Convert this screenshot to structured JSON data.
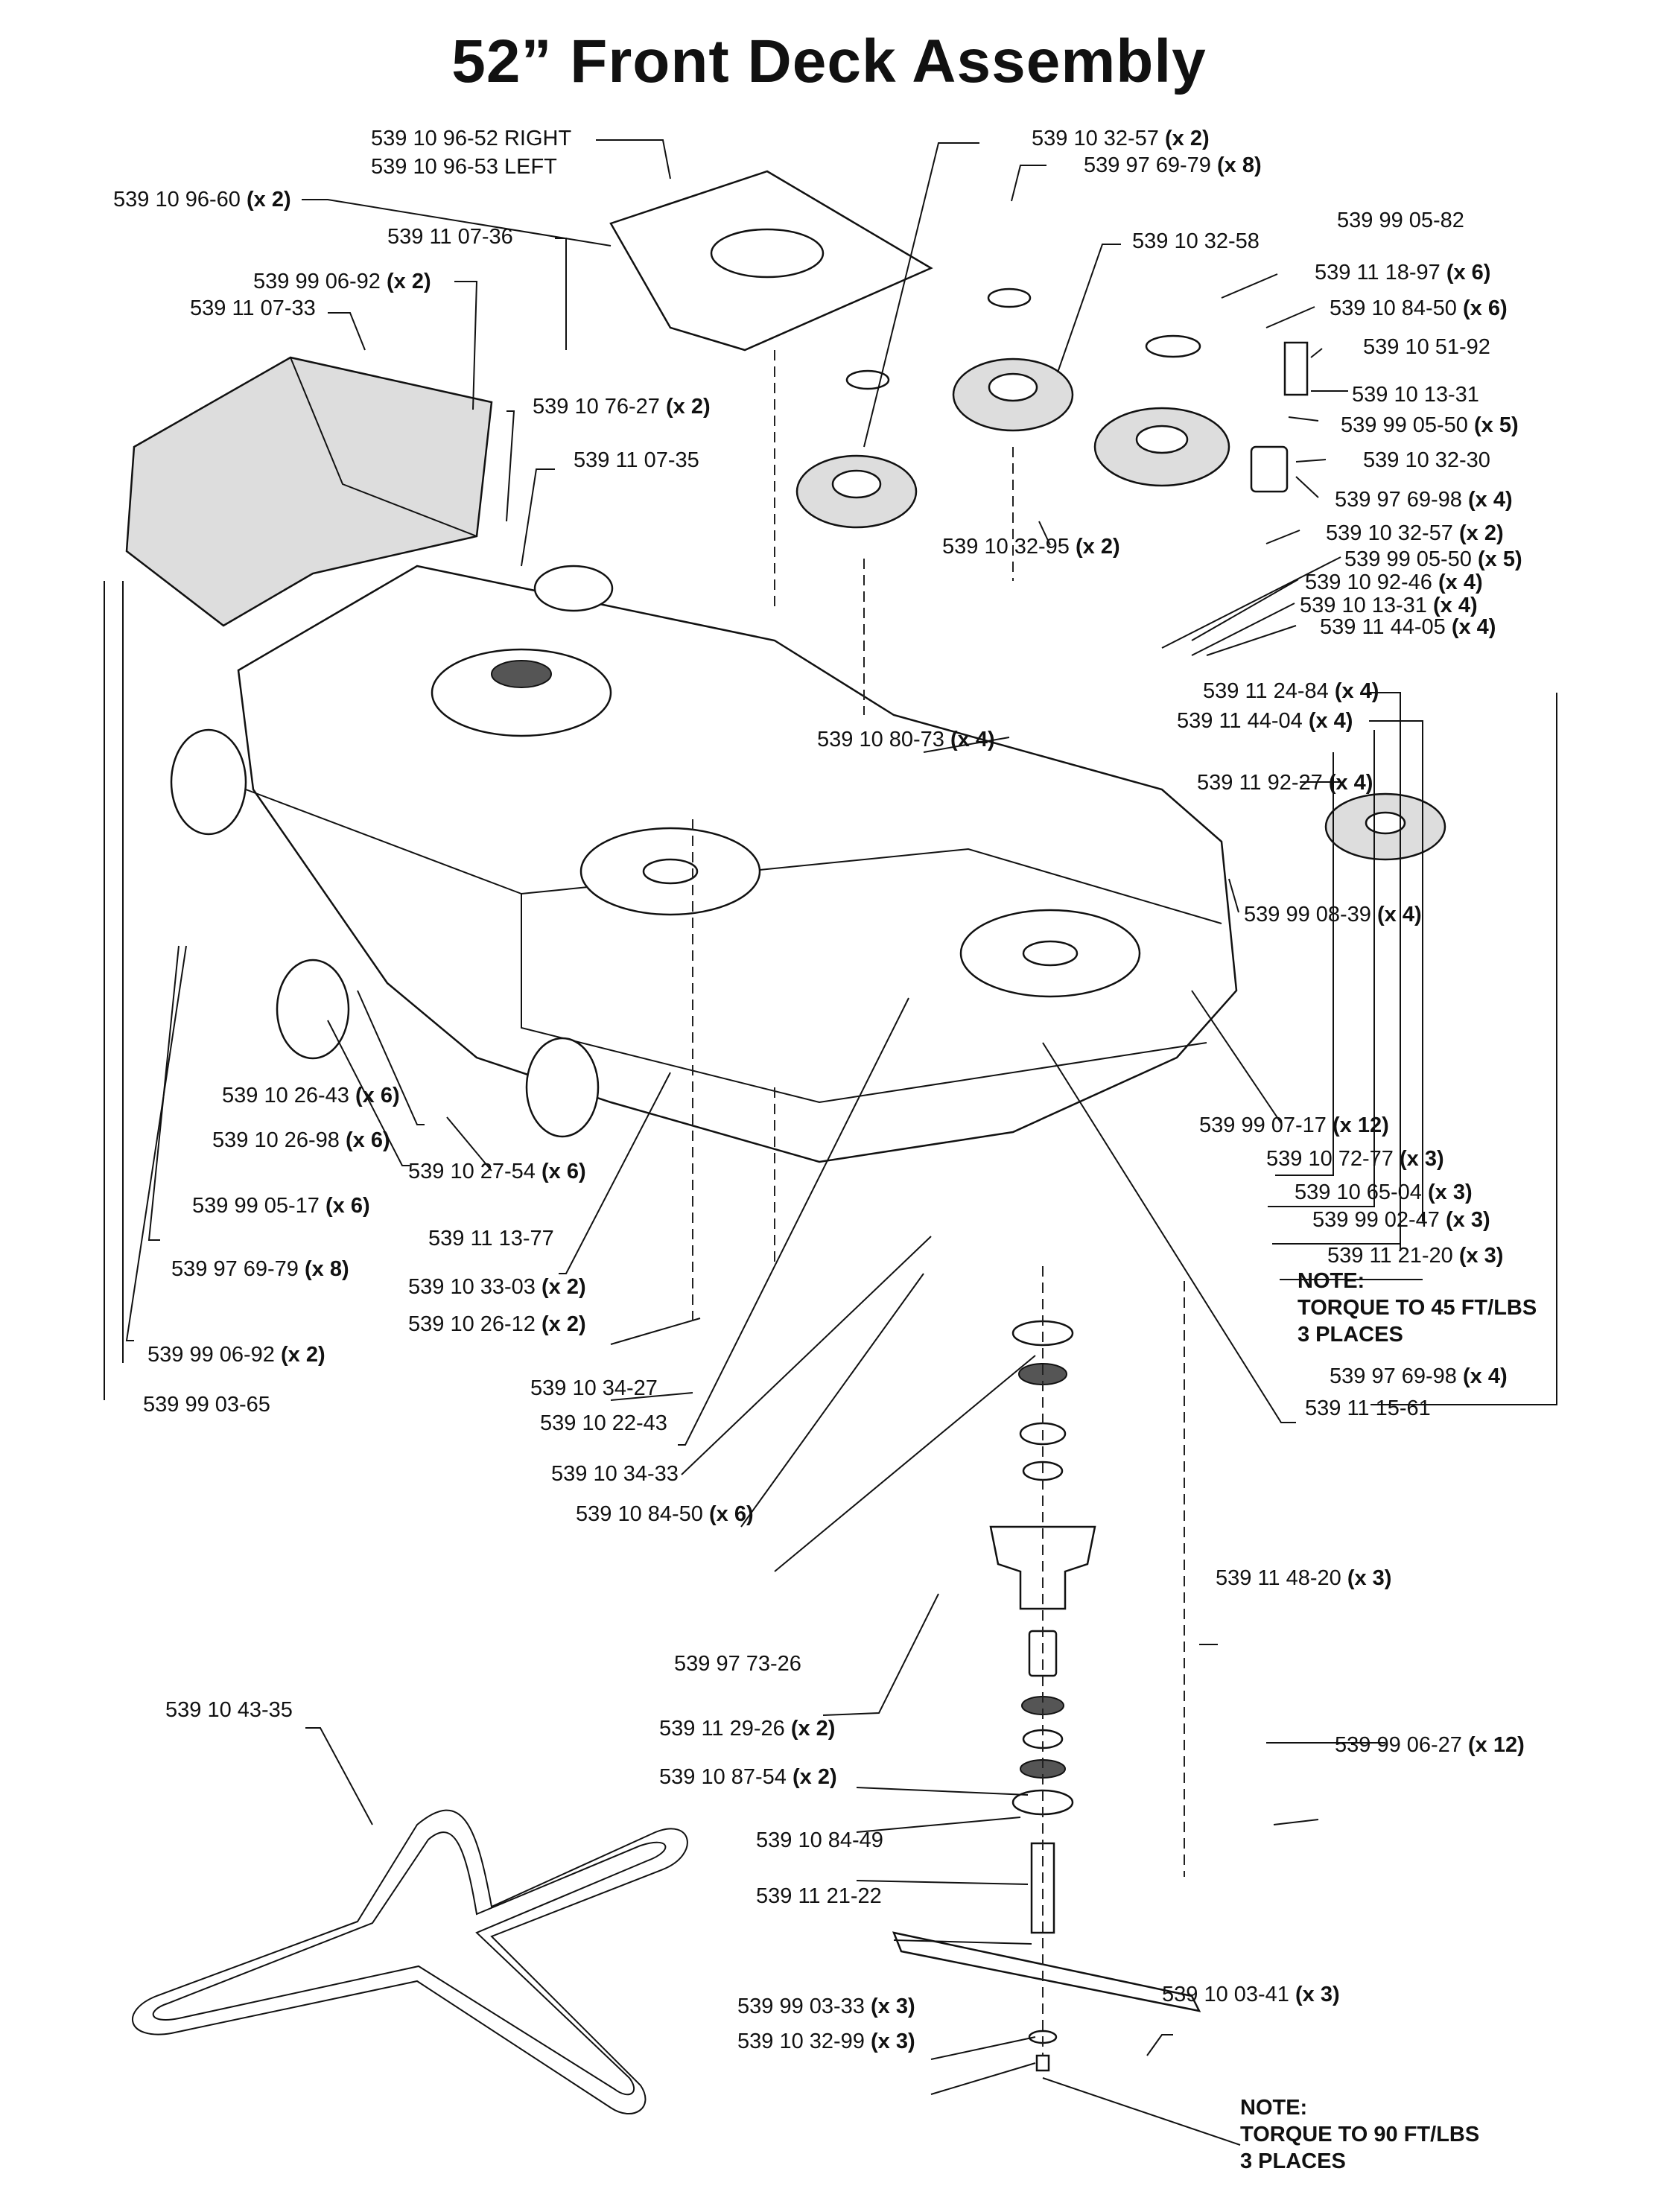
{
  "title": "52” Front Deck Assembly",
  "labels": [
    {
      "id": "l1",
      "num": "539 10 96-52 RIGHT",
      "qty": ""
    },
    {
      "id": "l2",
      "num": "539 10 96-53 LEFT",
      "qty": ""
    },
    {
      "id": "l3",
      "num": "539 10 96-60",
      "qty": "(x 2)"
    },
    {
      "id": "l4",
      "num": "539 11 07-36",
      "qty": ""
    },
    {
      "id": "l5",
      "num": "539 99 06-92",
      "qty": "(x 2)"
    },
    {
      "id": "l6",
      "num": "539 11 07-33",
      "qty": ""
    },
    {
      "id": "l7",
      "num": "539 10 76-27",
      "qty": "(x 2)"
    },
    {
      "id": "l8",
      "num": "539 11 07-35",
      "qty": ""
    },
    {
      "id": "l9",
      "num": "539 10 32-57",
      "qty": "(x 2)"
    },
    {
      "id": "l10",
      "num": "539 97 69-79",
      "qty": "(x 8)"
    },
    {
      "id": "l11",
      "num": "539 10 32-58",
      "qty": ""
    },
    {
      "id": "l12",
      "num": "539 99 05-82",
      "qty": ""
    },
    {
      "id": "l13",
      "num": "539 11 18-97",
      "qty": "(x 6)"
    },
    {
      "id": "l14",
      "num": "539 10 84-50",
      "qty": "(x 6)"
    },
    {
      "id": "l15",
      "num": "539 10 51-92",
      "qty": ""
    },
    {
      "id": "l16",
      "num": "539 10 13-31",
      "qty": ""
    },
    {
      "id": "l17",
      "num": "539 99 05-50",
      "qty": "(x 5)"
    },
    {
      "id": "l18",
      "num": "539 10 32-30",
      "qty": ""
    },
    {
      "id": "l19",
      "num": "539 97 69-98",
      "qty": "(x 4)"
    },
    {
      "id": "l20",
      "num": "539 10 32-95",
      "qty": "(x 2)"
    },
    {
      "id": "l21",
      "num": "539 10 32-57",
      "qty": "(x 2)"
    },
    {
      "id": "l22",
      "num": "539 99 05-50",
      "qty": "(x 5)"
    },
    {
      "id": "l23",
      "num": "539 10 92-46",
      "qty": "(x 4)"
    },
    {
      "id": "l24",
      "num": "539 10 13-31",
      "qty": "(x 4)"
    },
    {
      "id": "l25",
      "num": "539 11 44-05",
      "qty": "(x 4)"
    },
    {
      "id": "l26",
      "num": "539 11 24-84",
      "qty": "(x 4)"
    },
    {
      "id": "l27",
      "num": "539 11 44-04",
      "qty": "(x 4)"
    },
    {
      "id": "l28",
      "num": "539 10 80-73",
      "qty": "(x 4)"
    },
    {
      "id": "l29",
      "num": "539 11 92-27",
      "qty": "(x 4)"
    },
    {
      "id": "l30",
      "num": "539 99 08-39",
      "qty": "(x 4)"
    },
    {
      "id": "l31",
      "num": "539 10 26-43",
      "qty": "(x 6)"
    },
    {
      "id": "l32",
      "num": "539 10 26-98",
      "qty": "(x 6)"
    },
    {
      "id": "l33",
      "num": "539 10 27-54",
      "qty": "(x 6)"
    },
    {
      "id": "l34",
      "num": "539 99 05-17",
      "qty": "(x 6)"
    },
    {
      "id": "l35",
      "num": "539 11 13-77",
      "qty": ""
    },
    {
      "id": "l36",
      "num": "539 97 69-79",
      "qty": "(x 8)"
    },
    {
      "id": "l37",
      "num": "539 10 33-03",
      "qty": "(x 2)"
    },
    {
      "id": "l38",
      "num": "539 10 26-12",
      "qty": "(x 2)"
    },
    {
      "id": "l39",
      "num": "539 99 06-92",
      "qty": "(x 2)"
    },
    {
      "id": "l40",
      "num": "539 99 03-65",
      "qty": ""
    },
    {
      "id": "l41",
      "num": "539 99 07-17",
      "qty": "(x 12)"
    },
    {
      "id": "l42",
      "num": "539 10 72-77",
      "qty": "(x 3)"
    },
    {
      "id": "l43",
      "num": "539 10 65-04",
      "qty": "(x 3)"
    },
    {
      "id": "l44",
      "num": "539 99 02-47",
      "qty": "(x 3)"
    },
    {
      "id": "l45",
      "num": "539 11 21-20",
      "qty": "(x 3)"
    },
    {
      "id": "l46",
      "num": "539 97 69-98",
      "qty": "(x 4)"
    },
    {
      "id": "l47",
      "num": "539 10 34-27",
      "qty": ""
    },
    {
      "id": "l48",
      "num": "539 10 22-43",
      "qty": ""
    },
    {
      "id": "l49",
      "num": "539 11 15-61",
      "qty": ""
    },
    {
      "id": "l50",
      "num": "539 10 34-33",
      "qty": ""
    },
    {
      "id": "l51",
      "num": "539 10 84-50",
      "qty": "(x 6)"
    },
    {
      "id": "l52",
      "num": "539 11 48-20",
      "qty": "(x 3)"
    },
    {
      "id": "l53",
      "num": "539 97 73-26",
      "qty": ""
    },
    {
      "id": "l54",
      "num": "539 10 43-35",
      "qty": ""
    },
    {
      "id": "l55",
      "num": "539 99 06-27",
      "qty": "(x 12)"
    },
    {
      "id": "l56",
      "num": "539 11 29-26",
      "qty": "(x 2)"
    },
    {
      "id": "l57",
      "num": "539 10 87-54",
      "qty": "(x 2)"
    },
    {
      "id": "l58",
      "num": "539 10 84-49",
      "qty": ""
    },
    {
      "id": "l59",
      "num": "539 11 21-22",
      "qty": ""
    },
    {
      "id": "l60",
      "num": "539 10 03-41",
      "qty": "(x 3)"
    },
    {
      "id": "l61",
      "num": "539 99 03-33",
      "qty": "(x 3)"
    },
    {
      "id": "l62",
      "num": "539 10 32-99",
      "qty": "(x 3)"
    }
  ],
  "notes": [
    {
      "id": "n1",
      "lines": [
        "NOTE:",
        "TORQUE TO 45 FT/LBS",
        "3 PLACES"
      ]
    },
    {
      "id": "n2",
      "lines": [
        "NOTE:",
        "TORQUE TO 90 FT/LBS",
        "3 PLACES"
      ]
    }
  ]
}
